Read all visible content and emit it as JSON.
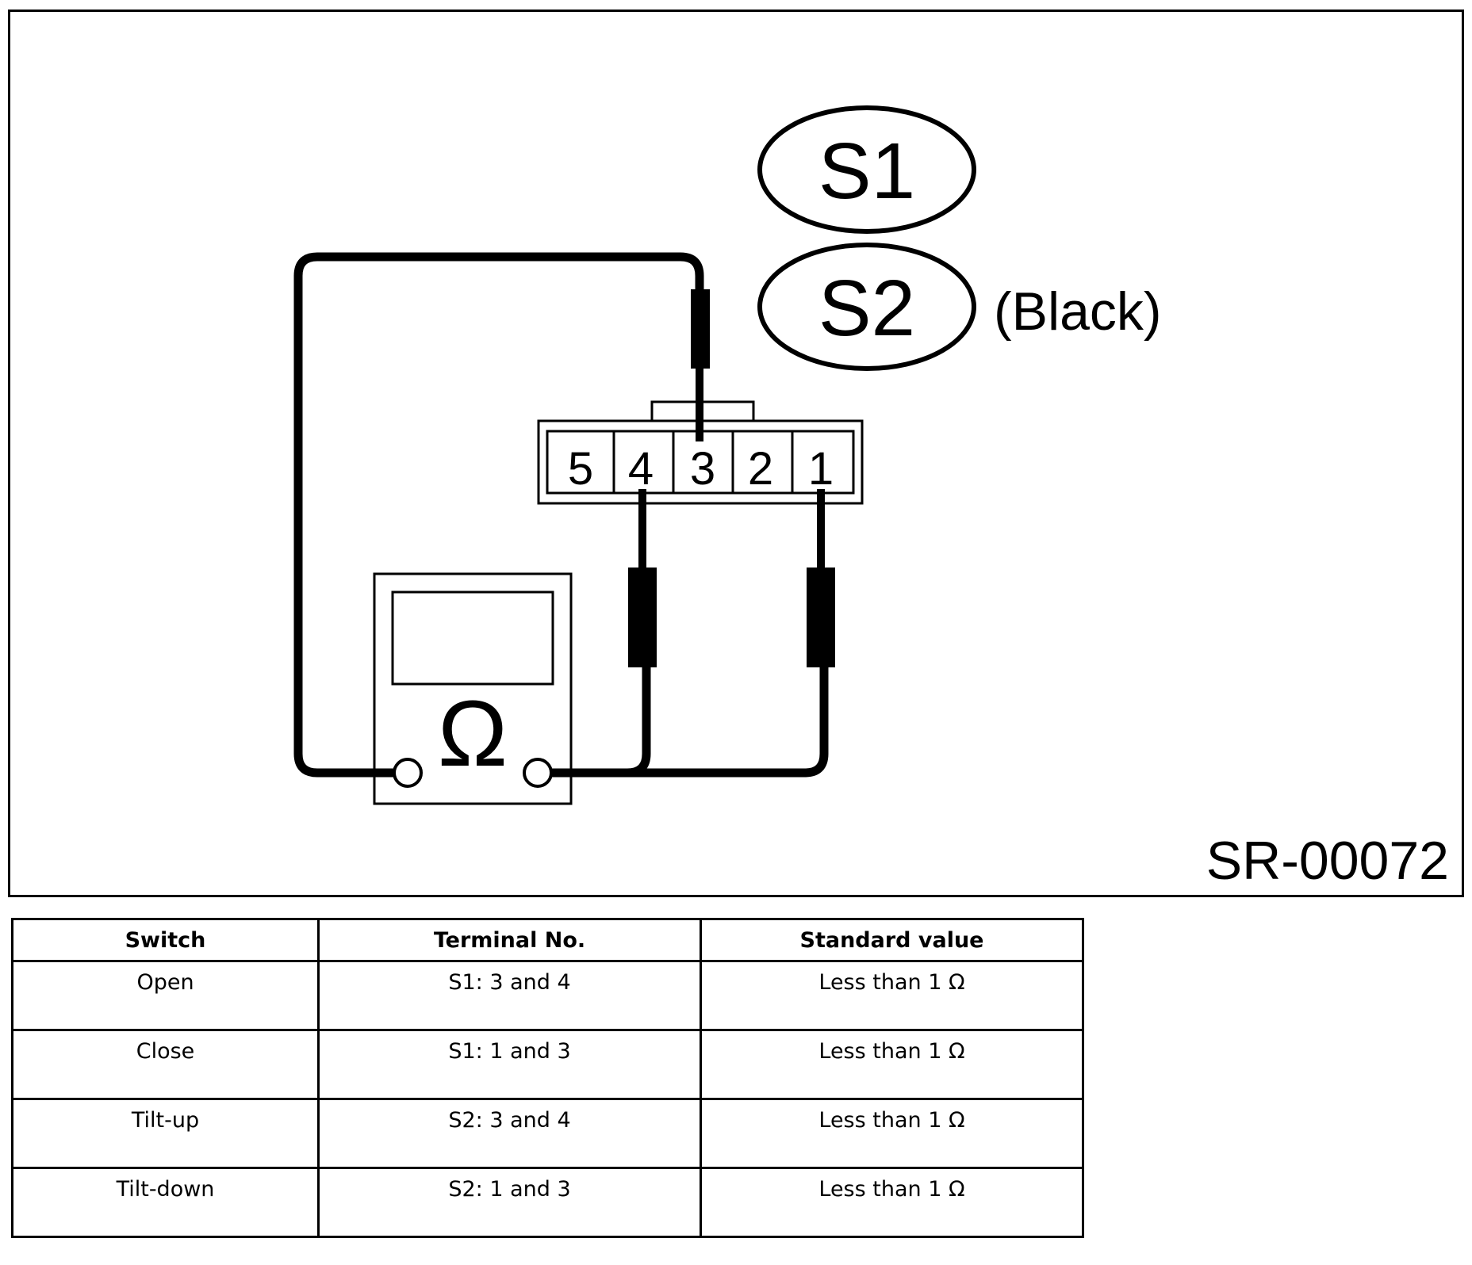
{
  "diagram": {
    "switch_labels": [
      "S1",
      "S2"
    ],
    "s2_note": "(Black)",
    "terminal_numbers": [
      "5",
      "4",
      "3",
      "2",
      "1"
    ],
    "meter_symbol": "Ω",
    "figure_code": "SR-00072"
  },
  "table": {
    "headers": [
      "Switch",
      "Terminal No.",
      "Standard value"
    ],
    "rows": [
      [
        "Open",
        "S1: 3 and 4",
        "Less than 1 Ω"
      ],
      [
        "Close",
        "S1: 1 and 3",
        "Less than 1 Ω"
      ],
      [
        "Tilt-up",
        "S2: 3 and 4",
        "Less than 1 Ω"
      ],
      [
        "Tilt-down",
        "S2: 1 and 3",
        "Less than 1 Ω"
      ]
    ]
  },
  "colors": {
    "ink": "#000000",
    "background": "#ffffff"
  }
}
